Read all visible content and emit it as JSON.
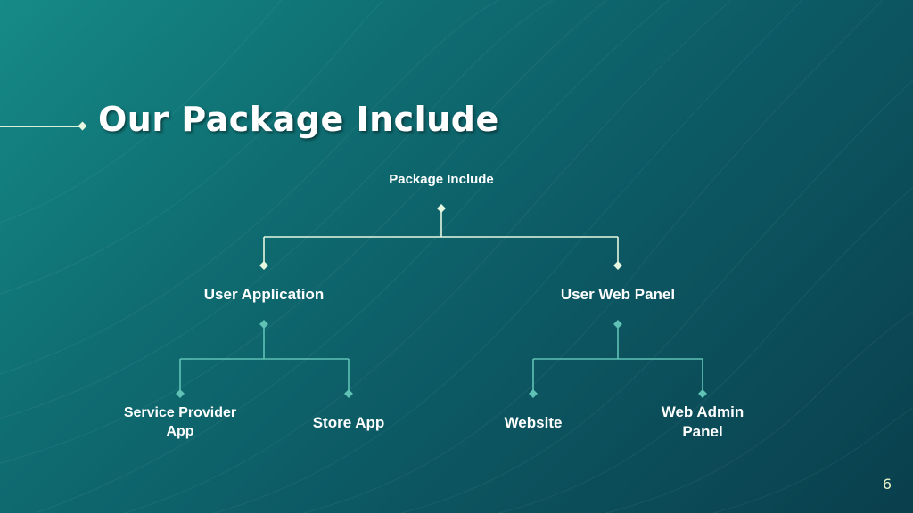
{
  "slide": {
    "title": "Our Package Include",
    "page_number": "6"
  },
  "tree": {
    "root": {
      "label": "Package Include"
    },
    "user_application": {
      "label": "User Application",
      "children": [
        {
          "label": "Service Provider\nApp"
        },
        {
          "label": "Store App"
        }
      ]
    },
    "user_web_panel": {
      "label": "User Web Panel",
      "children": [
        {
          "label": "Website"
        },
        {
          "label": "Web Admin\nPanel"
        }
      ]
    }
  },
  "colors": {
    "background_start": "#168a87",
    "background_end": "#0a3f4d",
    "level1_connector": "#e6f7df",
    "level2_connector": "#5fc2b5",
    "text": "#ffffff"
  }
}
